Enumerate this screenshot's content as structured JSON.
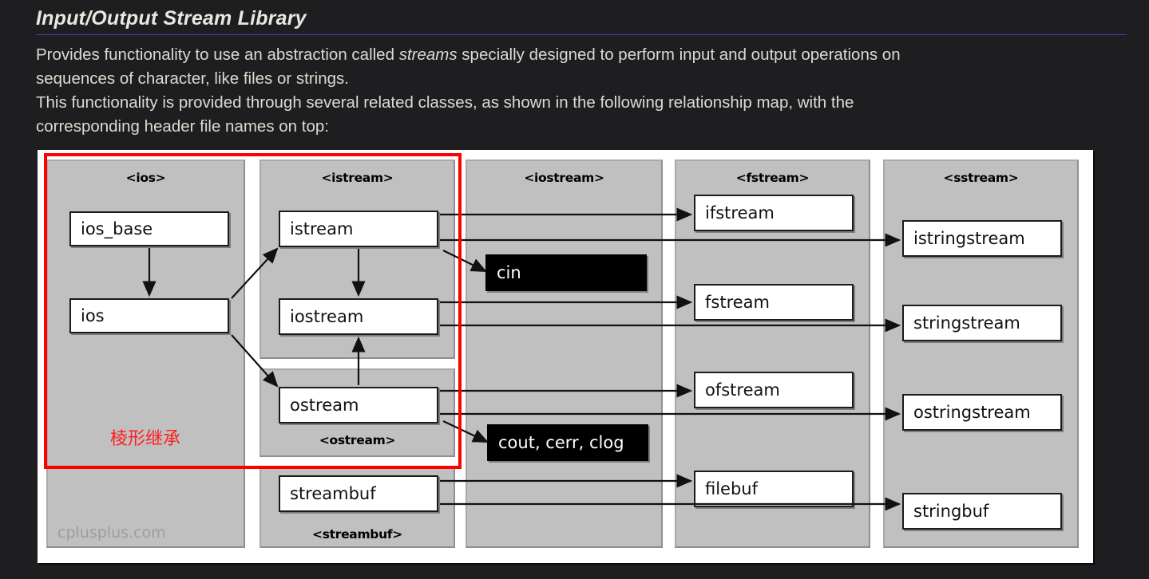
{
  "page": {
    "title": "Input/Output Stream Library",
    "paragraphs": [
      {
        "before": "Provides functionality to use an abstraction called ",
        "italic": "streams",
        "after": " specially designed to perform input and output operations on sequences of character, like files or strings."
      },
      {
        "before": "This functionality is provided through several related classes, as shown in the following relationship map, with the corresponding header file names on top.",
        "italic": "",
        "after": ""
      }
    ],
    "line1_a": "Provides functionality to use an abstraction called ",
    "line1_i": "streams",
    "line1_b": " specially designed to perform input and output operations on",
    "line2": "sequences of character, like files or strings.",
    "line3": "This functionality is provided through several related classes, as shown in the following relationship map, with the",
    "line4": "corresponding header file names on top:"
  },
  "colors": {
    "background": "#1e1e20",
    "title_text": "#e9e7e0",
    "title_rule": "#4b3fb0",
    "body_text": "#ded9d1",
    "diagram_panel": "#ffffff",
    "column_fill": "#c0c0c0",
    "node_fill": "#ffffff",
    "object_node_fill": "#000000",
    "object_node_text": "#ffffff",
    "highlight_red": "#ff0000",
    "annotation_red": "#ff1f1f",
    "watermark": "#9d9d9d"
  },
  "diagram": {
    "watermark": "cplusplus.com",
    "annotation": "棱形继承",
    "highlight_label": "diamond-inheritance-highlight",
    "columns": [
      {
        "id": "ios",
        "header": "<ios>",
        "header_position": "top",
        "nodes": [
          {
            "id": "ios_base",
            "label": "ios_base",
            "kind": "class"
          },
          {
            "id": "ios",
            "label": "ios",
            "kind": "class"
          }
        ]
      },
      {
        "id": "istream",
        "header": "<istream>",
        "header_position": "top",
        "nodes": [
          {
            "id": "istream",
            "label": "istream",
            "kind": "class"
          },
          {
            "id": "iostream",
            "label": "iostream",
            "kind": "class"
          }
        ]
      },
      {
        "id": "ostream",
        "header": "<ostream>",
        "header_position": "bottom",
        "nodes": [
          {
            "id": "ostream",
            "label": "ostream",
            "kind": "class"
          }
        ]
      },
      {
        "id": "streambuf",
        "header": "<streambuf>",
        "header_position": "bottom",
        "nodes": [
          {
            "id": "streambuf",
            "label": "streambuf",
            "kind": "class"
          }
        ]
      },
      {
        "id": "iostream_hdr",
        "header": "<iostream>",
        "header_position": "top",
        "nodes": [
          {
            "id": "cin",
            "label": "cin",
            "kind": "object"
          },
          {
            "id": "cout_cerr_clog",
            "label": "cout, cerr, clog",
            "kind": "object"
          }
        ]
      },
      {
        "id": "fstream",
        "header": "<fstream>",
        "header_position": "top",
        "nodes": [
          {
            "id": "ifstream",
            "label": "ifstream",
            "kind": "class"
          },
          {
            "id": "fstream",
            "label": "fstream",
            "kind": "class"
          },
          {
            "id": "ofstream",
            "label": "ofstream",
            "kind": "class"
          },
          {
            "id": "filebuf",
            "label": "filebuf",
            "kind": "class"
          }
        ]
      },
      {
        "id": "sstream",
        "header": "<sstream>",
        "header_position": "top",
        "nodes": [
          {
            "id": "istringstream",
            "label": "istringstream",
            "kind": "class"
          },
          {
            "id": "stringstream",
            "label": "stringstream",
            "kind": "class"
          },
          {
            "id": "ostringstream",
            "label": "ostringstream",
            "kind": "class"
          },
          {
            "id": "stringbuf",
            "label": "stringbuf",
            "kind": "class"
          }
        ]
      }
    ],
    "edges": [
      {
        "from": "ios_base",
        "to": "ios"
      },
      {
        "from": "ios",
        "to": "istream"
      },
      {
        "from": "ios",
        "to": "ostream"
      },
      {
        "from": "istream",
        "to": "iostream"
      },
      {
        "from": "ostream",
        "to": "iostream"
      },
      {
        "from": "istream",
        "to": "ifstream"
      },
      {
        "from": "istream",
        "to": "istringstream"
      },
      {
        "from": "istream",
        "to": "cin"
      },
      {
        "from": "iostream",
        "to": "fstream"
      },
      {
        "from": "iostream",
        "to": "stringstream"
      },
      {
        "from": "ostream",
        "to": "ofstream"
      },
      {
        "from": "ostream",
        "to": "ostringstream"
      },
      {
        "from": "ostream",
        "to": "cout_cerr_clog"
      },
      {
        "from": "streambuf",
        "to": "filebuf"
      },
      {
        "from": "streambuf",
        "to": "stringbuf"
      }
    ]
  }
}
